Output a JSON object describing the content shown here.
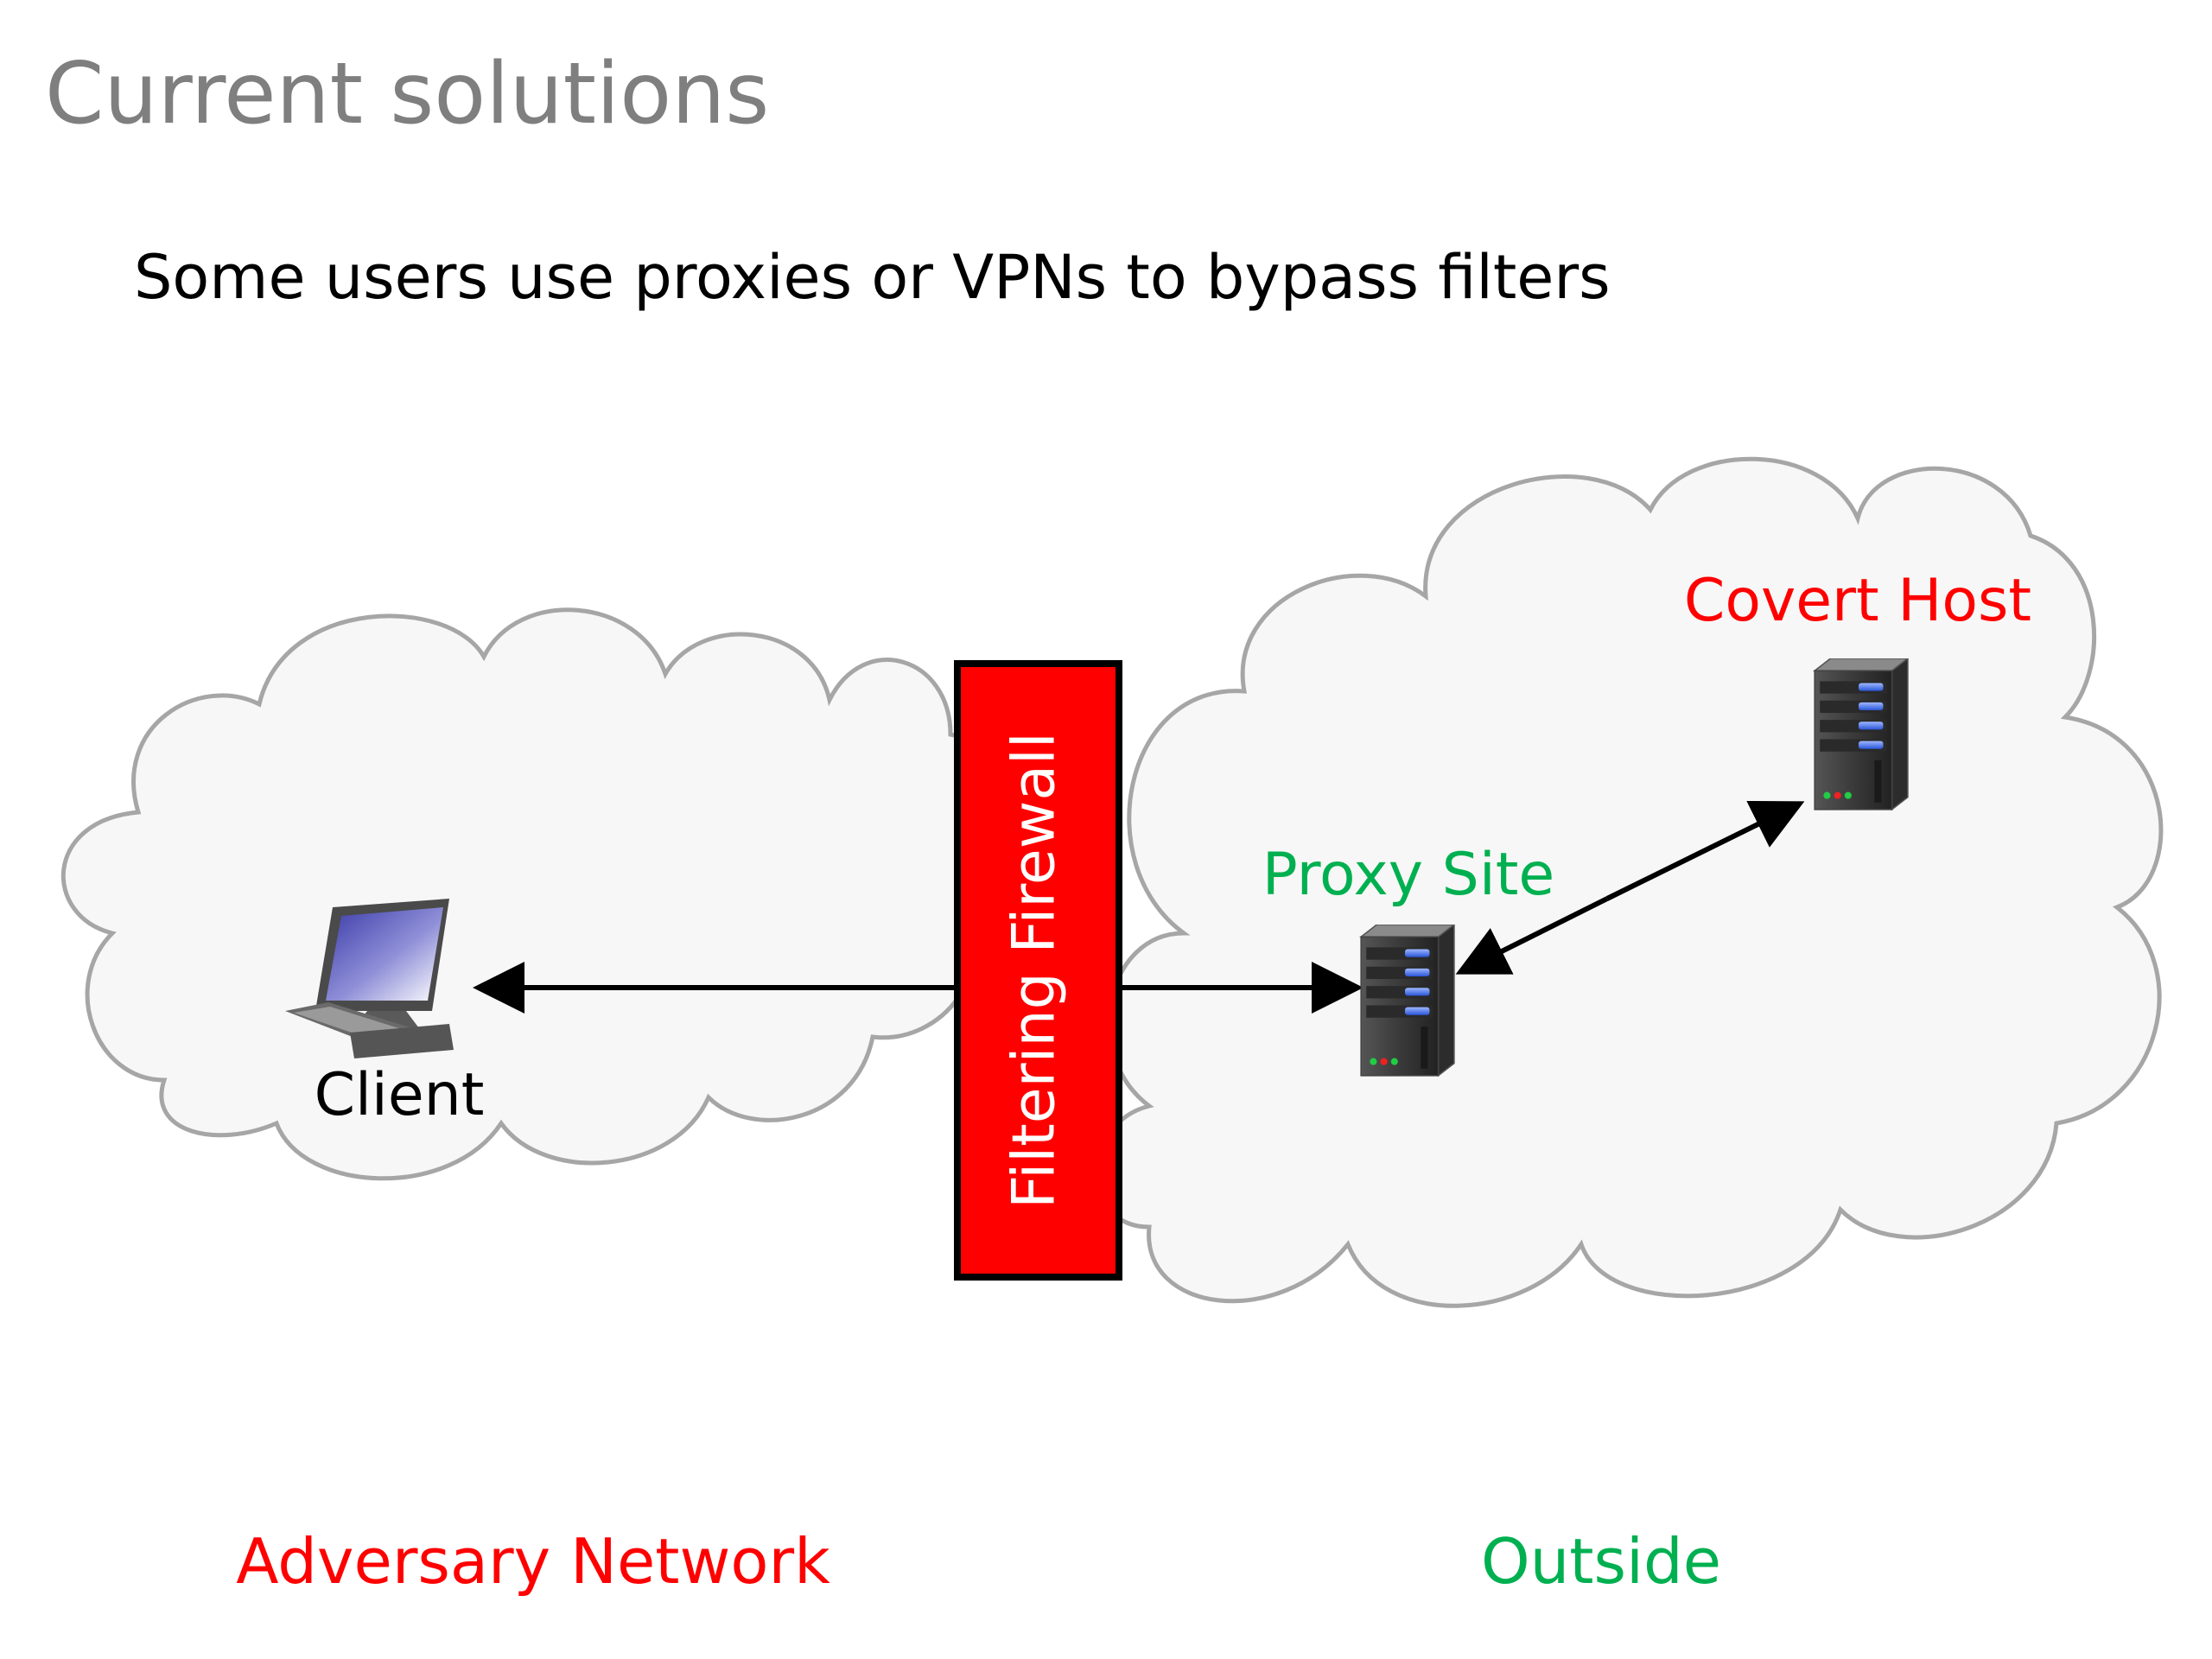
{
  "slide": {
    "title": "Current solutions",
    "subtitle": "Some users use proxies or VPNs to bypass filters"
  },
  "diagram": {
    "firewall_label": "Filtering Firewall",
    "client_label": "Client",
    "proxy_label": "Proxy Site",
    "covert_label": "Covert Host",
    "adversary_label": "Adversary Network",
    "outside_label": "Outside",
    "icons": [
      "computer-icon",
      "server-icon"
    ],
    "colors": {
      "firewall": "#ff0000",
      "adversary_text": "#ff0000",
      "covert_text": "#ff0000",
      "proxy_text": "#00b050",
      "outside_text": "#00b050",
      "cloud_fill": "#f7f7f7",
      "cloud_stroke": "#a6a6a6"
    }
  }
}
